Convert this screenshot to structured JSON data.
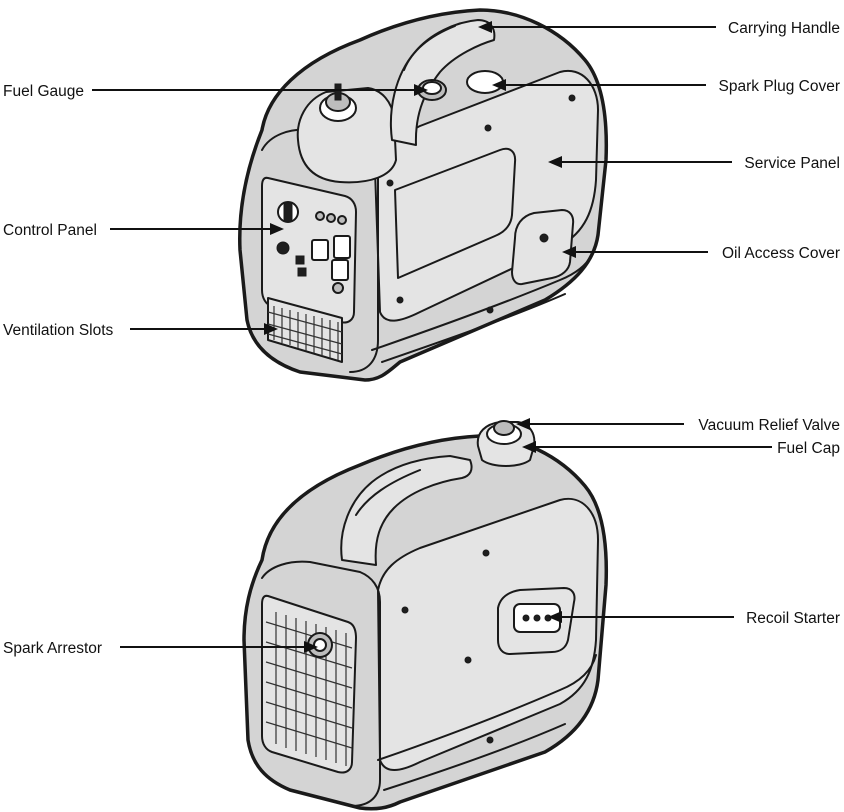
{
  "labels": {
    "carrying_handle": "Carrying Handle",
    "fuel_gauge": "Fuel Gauge",
    "spark_plug_cover": "Spark Plug Cover",
    "service_panel": "Service Panel",
    "control_panel": "Control Panel",
    "oil_access_cover": "Oil Access Cover",
    "ventilation_slots": "Ventilation Slots",
    "vacuum_relief_valve": "Vacuum Relief Valve",
    "fuel_cap": "Fuel Cap",
    "recoil_starter": "Recoil Starter",
    "spark_arrestor": "Spark Arrestor"
  }
}
